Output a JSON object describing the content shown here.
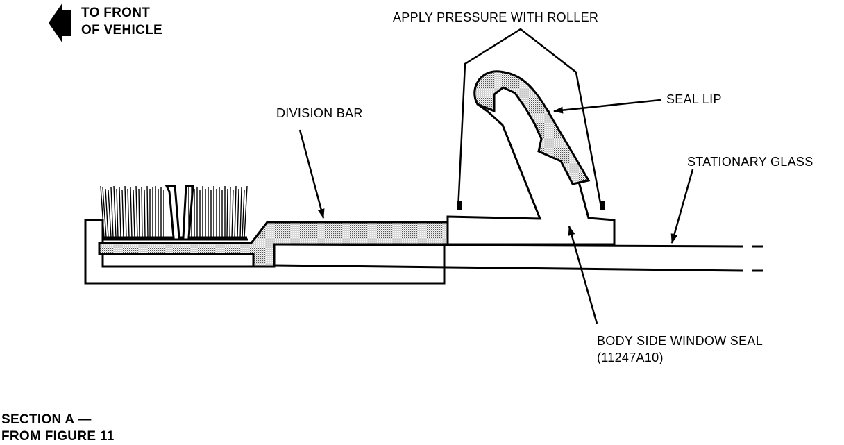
{
  "direction": {
    "line1": "TO FRONT",
    "line2": "OF VEHICLE"
  },
  "labels": {
    "apply_pressure": "APPLY PRESSURE WITH ROLLER",
    "seal_lip": "SEAL LIP",
    "division_bar": "DIVISION BAR",
    "stationary_glass": "STATIONARY GLASS",
    "body_side_seal_line1": "BODY SIDE WINDOW SEAL",
    "body_side_seal_line2": "(11247A10)"
  },
  "section": {
    "line1": "SECTION A —",
    "line2": "FROM FIGURE 11"
  },
  "colors": {
    "ink": "#000000",
    "shading": "#c8c8c8",
    "background": "#ffffff"
  }
}
